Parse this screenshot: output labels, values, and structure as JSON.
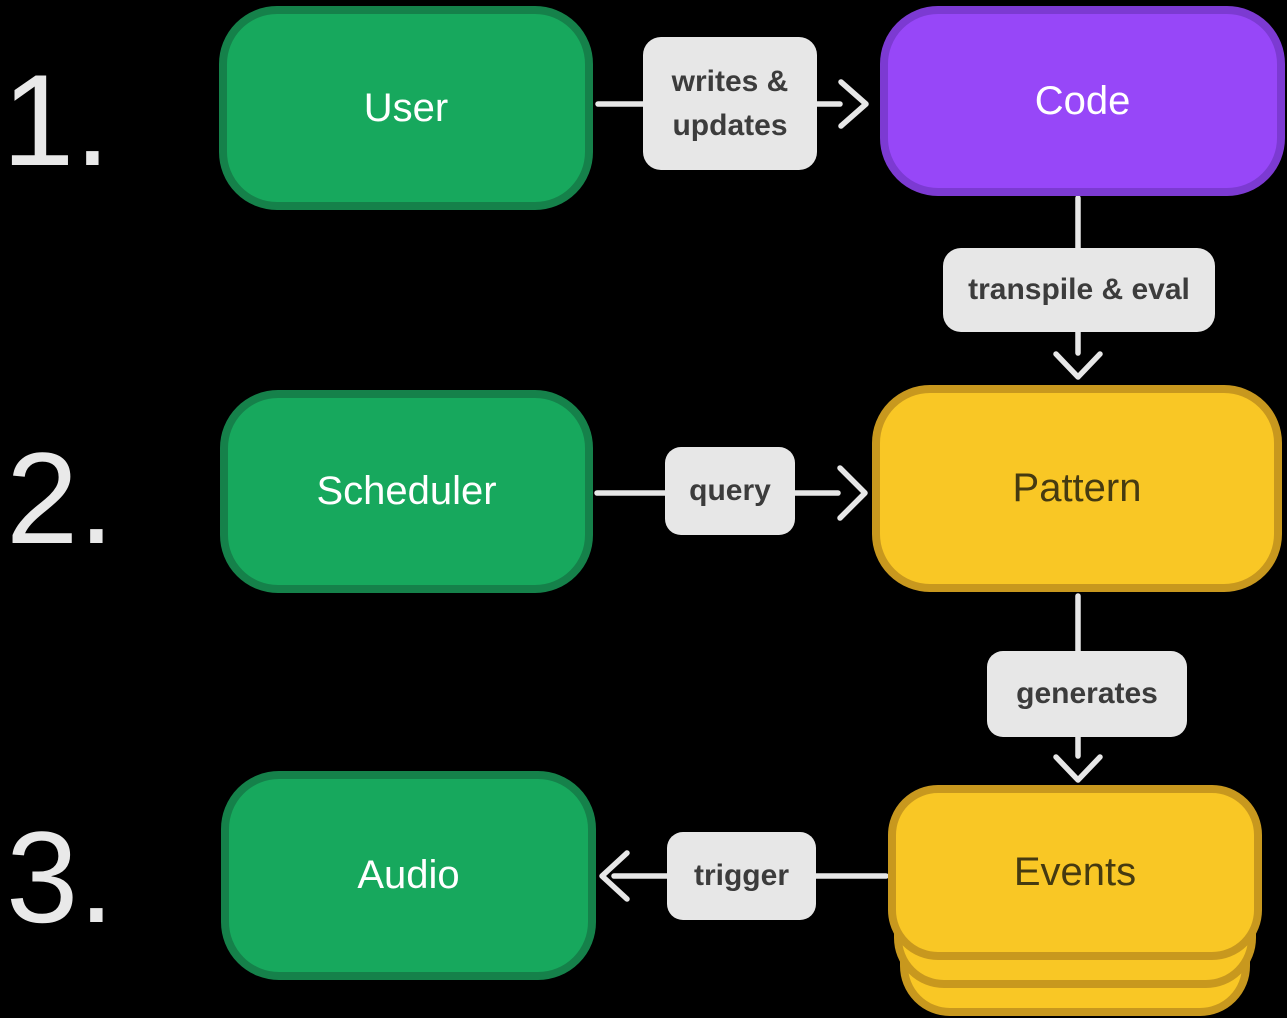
{
  "colors": {
    "background": "#000000",
    "green_fill": "#17a85d",
    "green_border": "#15814a",
    "purple_fill": "#9747f8",
    "purple_border": "#7c3ad2",
    "yellow_fill": "#f9c725",
    "yellow_border": "#c8981e",
    "label_bg": "#e7e7e7",
    "label_text": "#3c3c3c",
    "arrow": "#e7e7e7",
    "step_color": "#e9e9e9",
    "node_text_light": "#ffffff",
    "node_text_dark": "#453a11"
  },
  "steps": [
    {
      "number": "1."
    },
    {
      "number": "2."
    },
    {
      "number": "3."
    }
  ],
  "nodes": {
    "user": {
      "label": "User"
    },
    "code": {
      "label": "Code"
    },
    "scheduler": {
      "label": "Scheduler"
    },
    "pattern": {
      "label": "Pattern"
    },
    "events": {
      "label": "Events"
    },
    "audio": {
      "label": "Audio"
    }
  },
  "edges": {
    "writes_updates": {
      "label": "writes & updates",
      "from": "User",
      "to": "Code"
    },
    "transpile_eval": {
      "label": "transpile & eval",
      "from": "Code",
      "to": "Pattern"
    },
    "query": {
      "label": "query",
      "from": "Scheduler",
      "to": "Pattern"
    },
    "generates": {
      "label": "generates",
      "from": "Pattern",
      "to": "Events"
    },
    "trigger": {
      "label": "trigger",
      "from": "Events",
      "to": "Audio"
    }
  }
}
